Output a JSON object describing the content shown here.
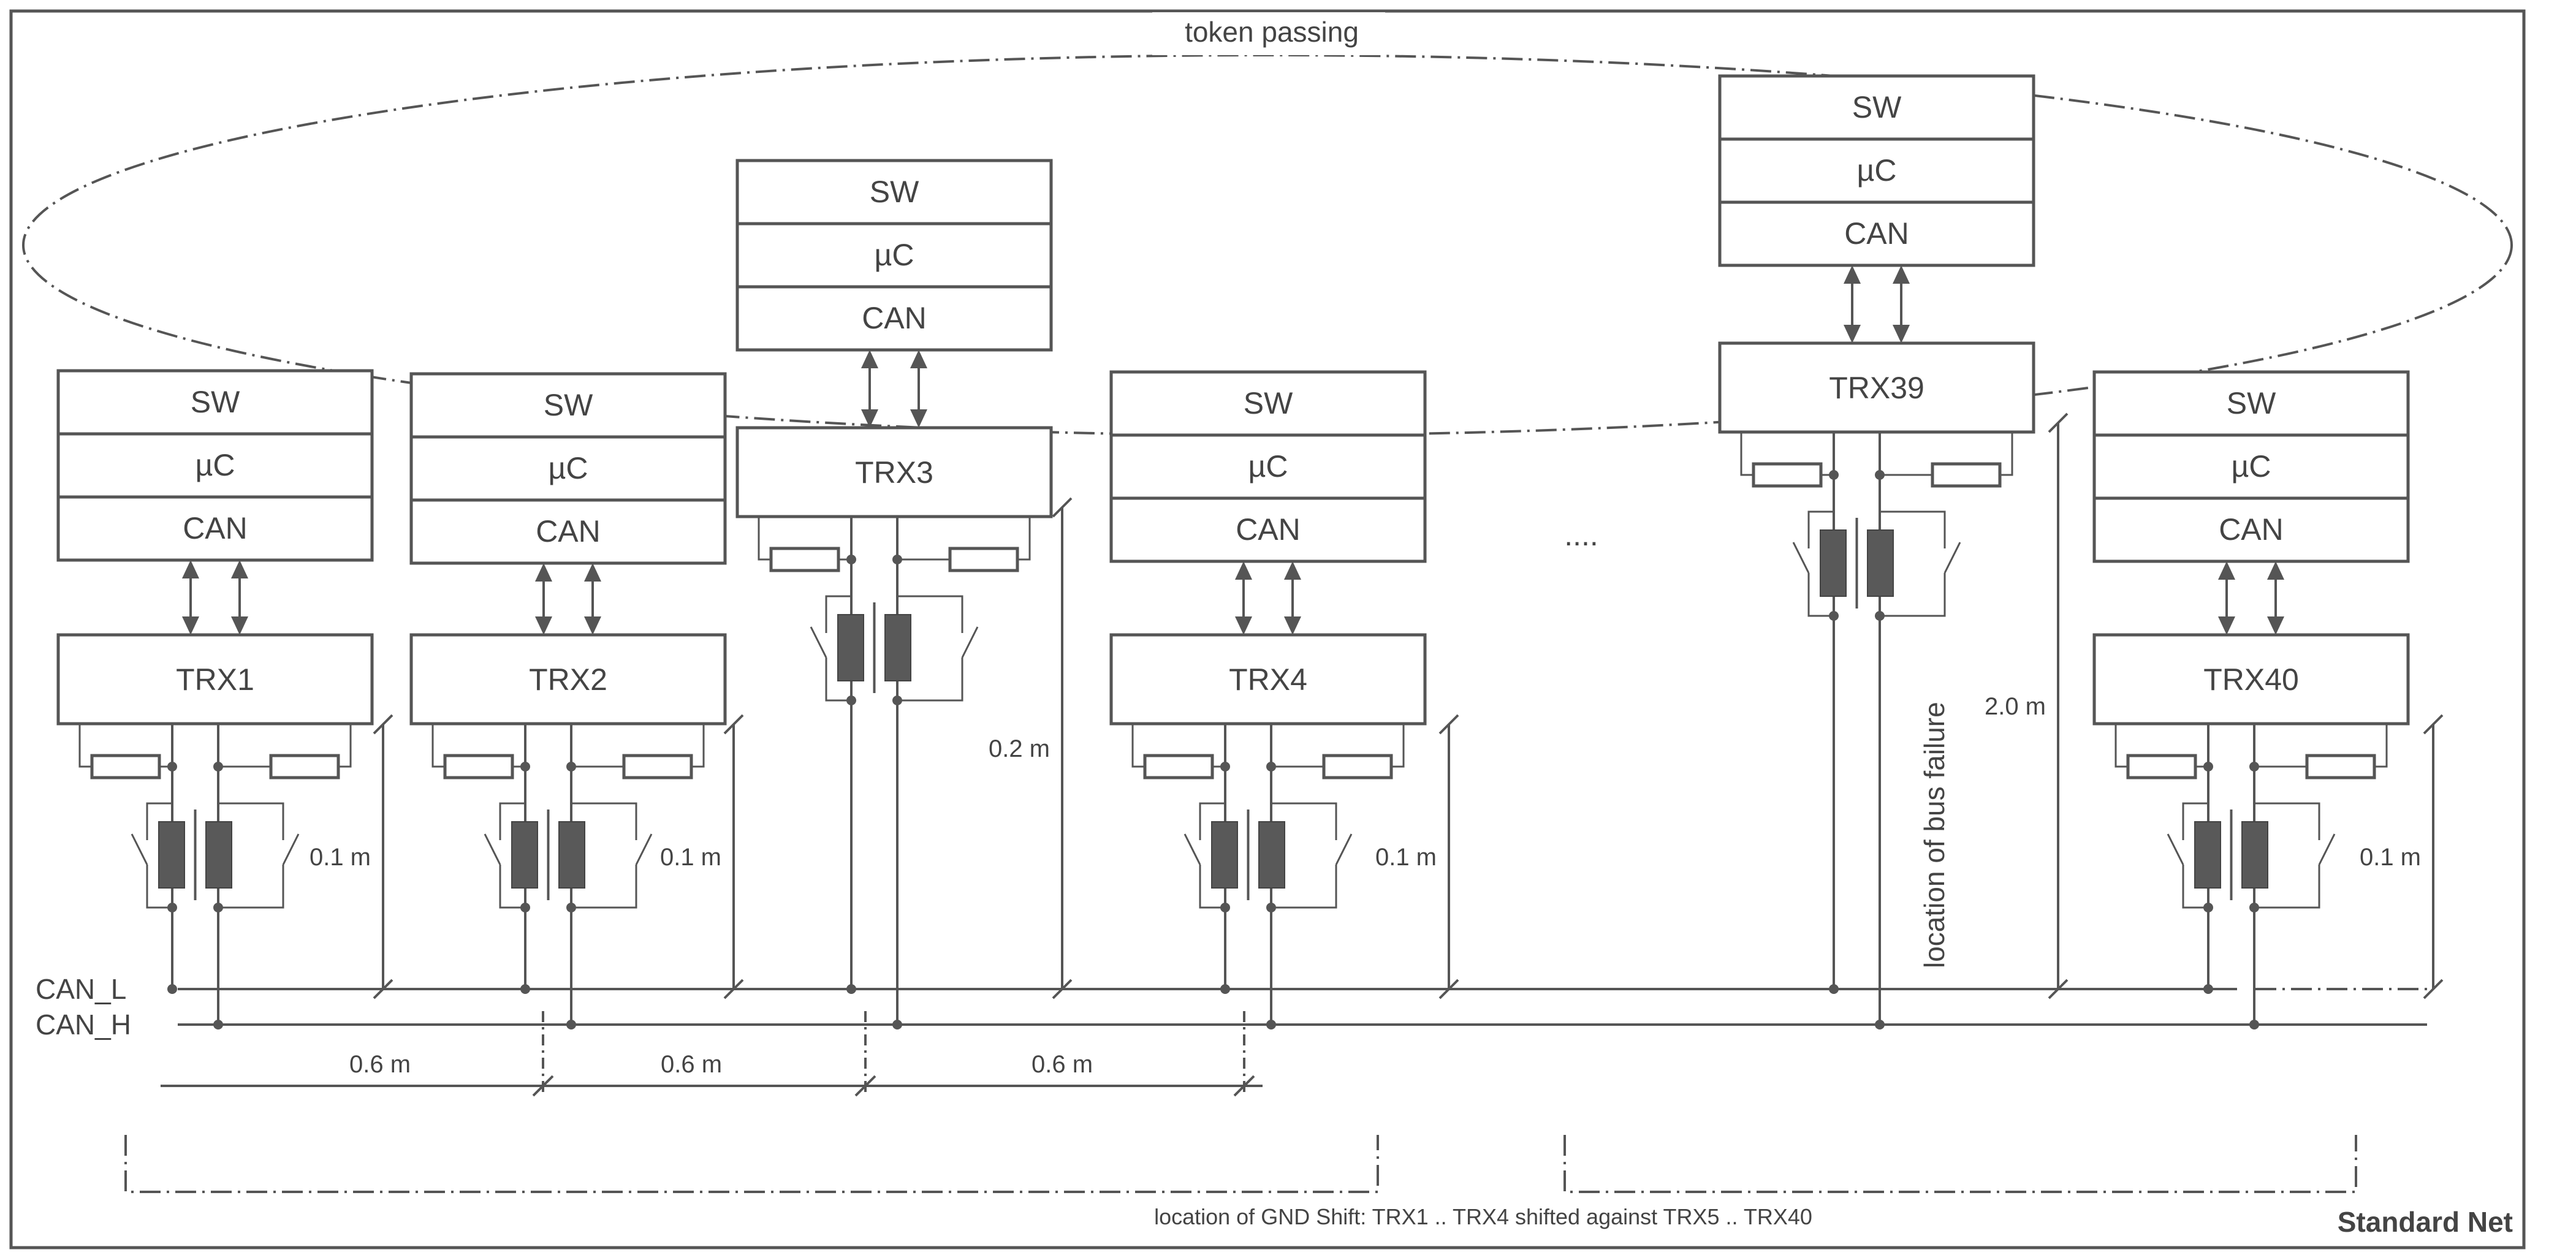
{
  "title": "token passing",
  "layers": [
    "SW",
    "µC",
    "CAN"
  ],
  "nodes": [
    {
      "id": "trx1",
      "label": "TRX1",
      "dist": "0.1 m"
    },
    {
      "id": "trx2",
      "label": "TRX2",
      "dist": "0.1 m"
    },
    {
      "id": "trx3",
      "label": "TRX3",
      "dist": "0.2 m"
    },
    {
      "id": "trx4",
      "label": "TRX4",
      "dist": "0.1 m"
    },
    {
      "id": "trx39",
      "label": "TRX39",
      "dist": "2.0 m"
    },
    {
      "id": "trx40",
      "label": "TRX40",
      "dist": "0.1 m"
    }
  ],
  "ellipsis": "....",
  "bus": {
    "can_l": "CAN_L",
    "can_h": "CAN_H"
  },
  "spacings": [
    "0.6 m",
    "0.6 m",
    "0.6 m"
  ],
  "bus_failure": "location of bus failure",
  "footer": "location of GND Shift: TRX1 .. TRX4 shifted against TRX5 .. TRX40",
  "brand": "Standard Net"
}
